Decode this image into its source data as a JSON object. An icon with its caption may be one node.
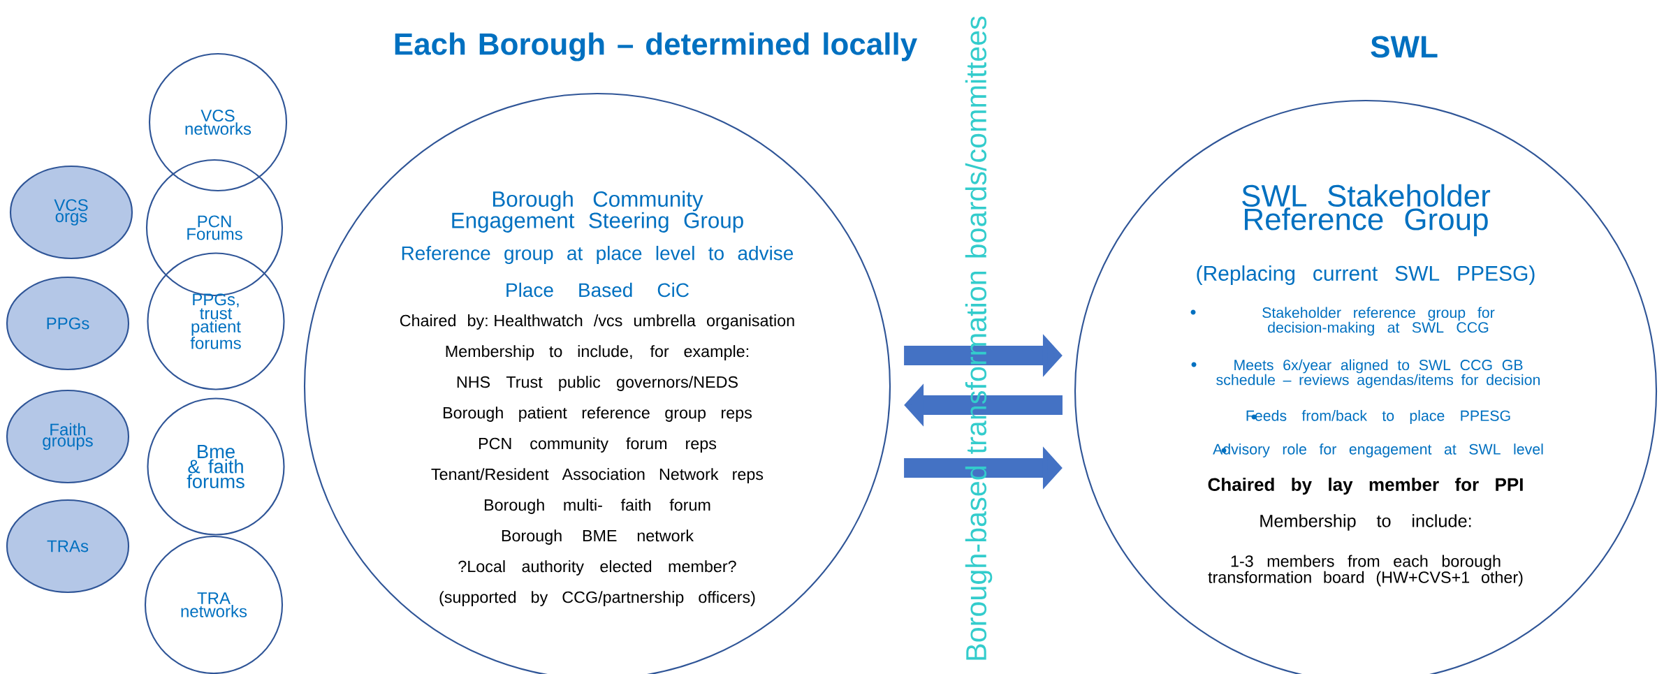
{
  "diagram": {
    "nodes": [
      {
        "text": [
          "VCS orgs"
        ]
      },
      {
        "text": [
          "PPGs"
        ]
      },
      {
        "text": [
          "Faith groups"
        ]
      },
      {
        "text": [
          "TRAs"
        ]
      },
      {
        "text": [
          "VCS networks"
        ]
      },
      {
        "text": [
          "PCN Forums"
        ]
      },
      {
        "text": [
          "PPGs, trust patient forums"
        ]
      },
      {
        "text": [
          "Bme & faith forums"
        ]
      },
      {
        "text": [
          "TRA networks"
        ]
      },
      {
        "text": [
          "Borough Community Engagement Steering Group",
          "Reference group at place level to advise",
          "Place Based CiC",
          "Chaired by: Healthwatch /vcs umbrella organisation",
          "Membership to include, for example:",
          "NHS Trust public governors/NEDS",
          "Borough patient reference group reps",
          "PCN community forum reps",
          "Tenant/Resident Association Network reps",
          "Borough multi- faith forum",
          "Borough BME network",
          "?Local authority elected member?",
          "(supported by CCG/partnership officers)"
        ]
      },
      {
        "text": [
          "SWL Stakeholder Reference Group",
          "(Replacing current SWL PPESG)",
          "Stakeholder reference group for decision-making at SWL CCG",
          "Meets 6x/year aligned to SWL CCG GB schedule – reviews agendas/items for decision",
          "Feeds from/back to place PPESG",
          "Advisory role for engagement at SWL level",
          "Chaired by lay member for PPI",
          "Membership to include:",
          "1-3 members from each borough transformation board (HW+CVS+1 other)"
        ]
      }
    ],
    "edges": [
      {
        "from": 9,
        "to": 10,
        "arrow": "to"
      },
      {
        "from": 10,
        "to": 9,
        "arrow": "to"
      },
      {
        "from": 9,
        "to": 10,
        "arrow": "to"
      }
    ],
    "labels": [
      "Each Borough – determined locally",
      "SWL",
      "Borough-based transformation boards/committees"
    ]
  }
}
